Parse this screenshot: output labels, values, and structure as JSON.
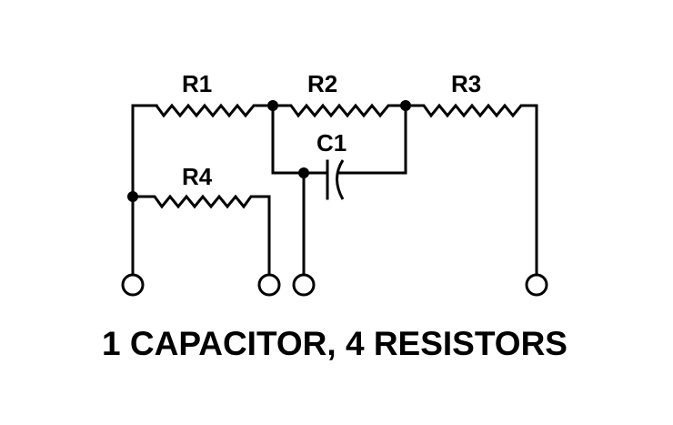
{
  "diagram": {
    "type": "circuit-schematic",
    "caption": "1 CAPACITOR, 4 RESISTORS",
    "components": [
      {
        "id": "R1",
        "kind": "resistor",
        "label": "R1"
      },
      {
        "id": "R2",
        "kind": "resistor",
        "label": "R2"
      },
      {
        "id": "R3",
        "kind": "resistor",
        "label": "R3"
      },
      {
        "id": "R4",
        "kind": "resistor",
        "label": "R4"
      },
      {
        "id": "C1",
        "kind": "capacitor",
        "label": "C1"
      }
    ],
    "terminals": [
      {
        "id": "T1",
        "connects": "left node (R1/R4 junction)"
      },
      {
        "id": "T2",
        "connects": "R4 end"
      },
      {
        "id": "T3",
        "connects": "C1 left plate node (R1/R2 junction)"
      },
      {
        "id": "T4",
        "connects": "R3 end"
      }
    ],
    "colors": {
      "ink": "#000000",
      "background": "#ffffff"
    }
  }
}
